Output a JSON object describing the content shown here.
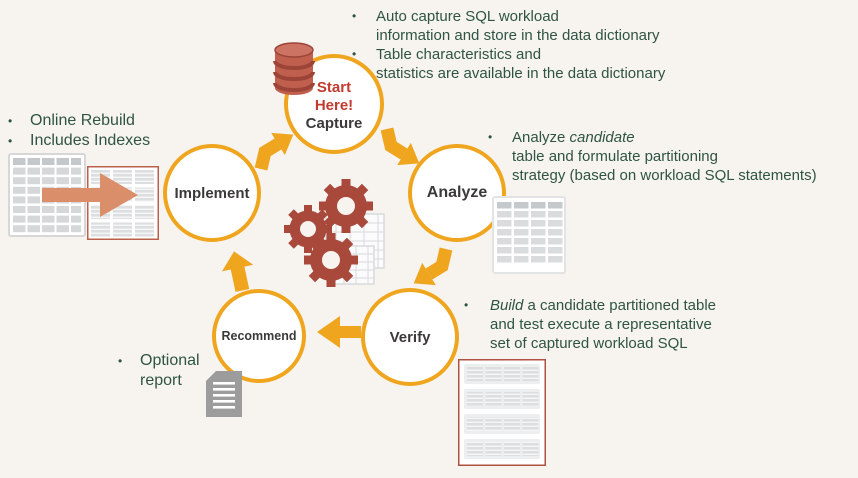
{
  "bullet": "•",
  "colors": {
    "background": "#F7F4F0",
    "accent_gold": "#EFA51E",
    "brick_red": "#A9493C",
    "note_green": "#2F5442",
    "start_here_red": "#C23B2F",
    "salmon_arrow": "#DB8E6A",
    "table_border_red": "#B35A45",
    "label_dark": "#3B3A39"
  },
  "cycle": {
    "capture": {
      "pre1": "Start",
      "pre2": "Here!",
      "label": "Capture"
    },
    "analyze": {
      "label": "Analyze"
    },
    "verify": {
      "label": "Verify"
    },
    "recommend": {
      "label": "Recommend"
    },
    "implement": {
      "label": "Implement"
    }
  },
  "notes": {
    "capture": {
      "b1_l1": "Auto capture SQL workload",
      "b1_l2": "information and store in the data dictionary",
      "b2_l1": "Table characteristics and",
      "b2_l2": "statistics are available in the data dictionary"
    },
    "analyze": {
      "l1_normal": "Analyze ",
      "l1_italic": "candidate",
      "l2": "table and formulate partitioning",
      "l3": "strategy (based on workload SQL statements)"
    },
    "verify": {
      "l1_italic": "Build",
      "l1_rest": " a candidate partitioned table",
      "l2": "and test execute a representative",
      "l3": "set of captured workload SQL"
    },
    "recommend": {
      "l1": "Optional",
      "l2": "report"
    },
    "implement": {
      "b1": "Online Rebuild",
      "b2": "Includes Indexes"
    }
  },
  "icons": {
    "database": "database-icon",
    "gears": "gears-icon",
    "spreadsheet": "table-icon",
    "partitioned_table": "partitioned-table-icon",
    "report": "report-document-icon",
    "transform_arrow": "transform-arrow-icon",
    "cycle_arrow": "cycle-arrow-icon"
  }
}
